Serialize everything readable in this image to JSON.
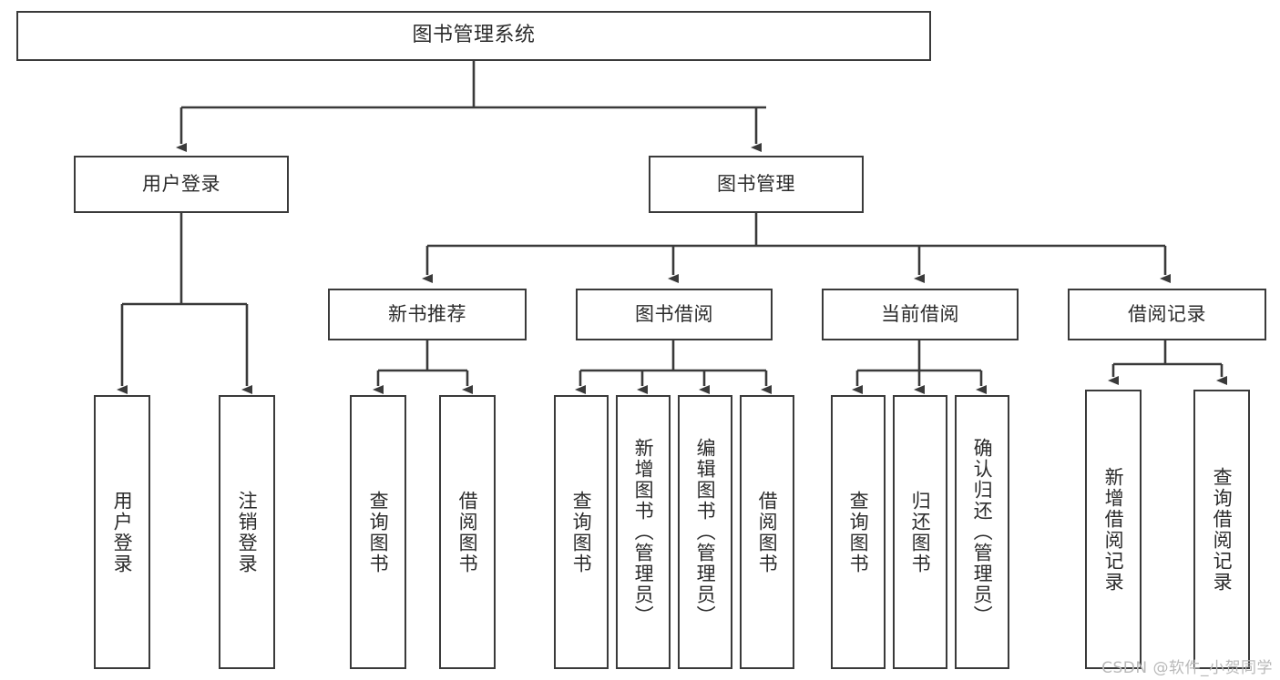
{
  "diagram": {
    "title": "图书管理系统",
    "type": "tree",
    "orientation": "top-down",
    "colors": {
      "box_border": "#3a3a3a",
      "box_fill": "#ffffff",
      "connector": "#3a3a3a",
      "text": "#2b2b2b",
      "watermark": "#b9b9b9",
      "background": "#ffffff"
    }
  },
  "nodes": {
    "root": {
      "label": "图书管理系统",
      "level": 1
    },
    "level2": [
      {
        "id": "user-login",
        "label": "用户登录"
      },
      {
        "id": "book-manage",
        "label": "图书管理"
      }
    ],
    "level3": [
      {
        "id": "new-book-recommend",
        "label": "新书推荐",
        "parent": "book-manage"
      },
      {
        "id": "book-borrow",
        "label": "图书借阅",
        "parent": "book-manage"
      },
      {
        "id": "current-borrow",
        "label": "当前借阅",
        "parent": "book-manage"
      },
      {
        "id": "borrow-record",
        "label": "借阅记录",
        "parent": "book-manage"
      }
    ],
    "leaves": [
      {
        "id": "leaf-user-login",
        "label": "用户登录",
        "parent": "user-login"
      },
      {
        "id": "leaf-logout",
        "label": "注销登录",
        "parent": "user-login"
      },
      {
        "id": "leaf-query-book-1",
        "label": "查询图书",
        "parent": "new-book-recommend"
      },
      {
        "id": "leaf-borrow-book-1",
        "label": "借阅图书",
        "parent": "new-book-recommend"
      },
      {
        "id": "leaf-query-book-2",
        "label": "查询图书",
        "parent": "book-borrow"
      },
      {
        "id": "leaf-add-book",
        "label": "新增图书（管理员）",
        "parent": "book-borrow"
      },
      {
        "id": "leaf-edit-book",
        "label": "编辑图书（管理员）",
        "parent": "book-borrow"
      },
      {
        "id": "leaf-borrow-book-2",
        "label": "借阅图书",
        "parent": "book-borrow"
      },
      {
        "id": "leaf-query-book-3",
        "label": "查询图书",
        "parent": "current-borrow"
      },
      {
        "id": "leaf-return-book",
        "label": "归还图书",
        "parent": "current-borrow"
      },
      {
        "id": "leaf-confirm-return",
        "label": "确认归还（管理员）",
        "parent": "current-borrow"
      },
      {
        "id": "leaf-add-record",
        "label": "新增借阅记录",
        "parent": "borrow-record"
      },
      {
        "id": "leaf-query-record",
        "label": "查询借阅记录",
        "parent": "borrow-record"
      }
    ]
  },
  "watermark": {
    "text": "CSDN @软件_小贺同学"
  }
}
